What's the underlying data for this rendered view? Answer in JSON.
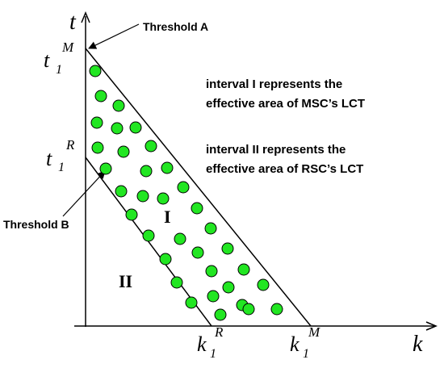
{
  "axes": {
    "vertical_label": "t",
    "horizontal_label": "k",
    "t_M": {
      "base": "t",
      "sub": "1",
      "sup": "M"
    },
    "t_R": {
      "base": "t",
      "sub": "1",
      "sup": "R"
    },
    "k_R": {
      "base": "k",
      "sub": "1",
      "sup": "R"
    },
    "k_M": {
      "base": "k",
      "sub": "1",
      "sup": "M"
    }
  },
  "annotations": {
    "threshold_a": "Threshold A",
    "threshold_b": "Threshold B",
    "legend_line1": "interval I represents the",
    "legend_line2": "effective area of MSC’s LCT",
    "legend_line3": "interval II represents the",
    "legend_line4": "effective area of RSC’s LCT"
  },
  "regions": {
    "region_1": "I",
    "region_2": "II"
  },
  "colors": {
    "dot_fill": "#22e622",
    "dot_stroke": "#000000",
    "line": "#000000"
  }
}
